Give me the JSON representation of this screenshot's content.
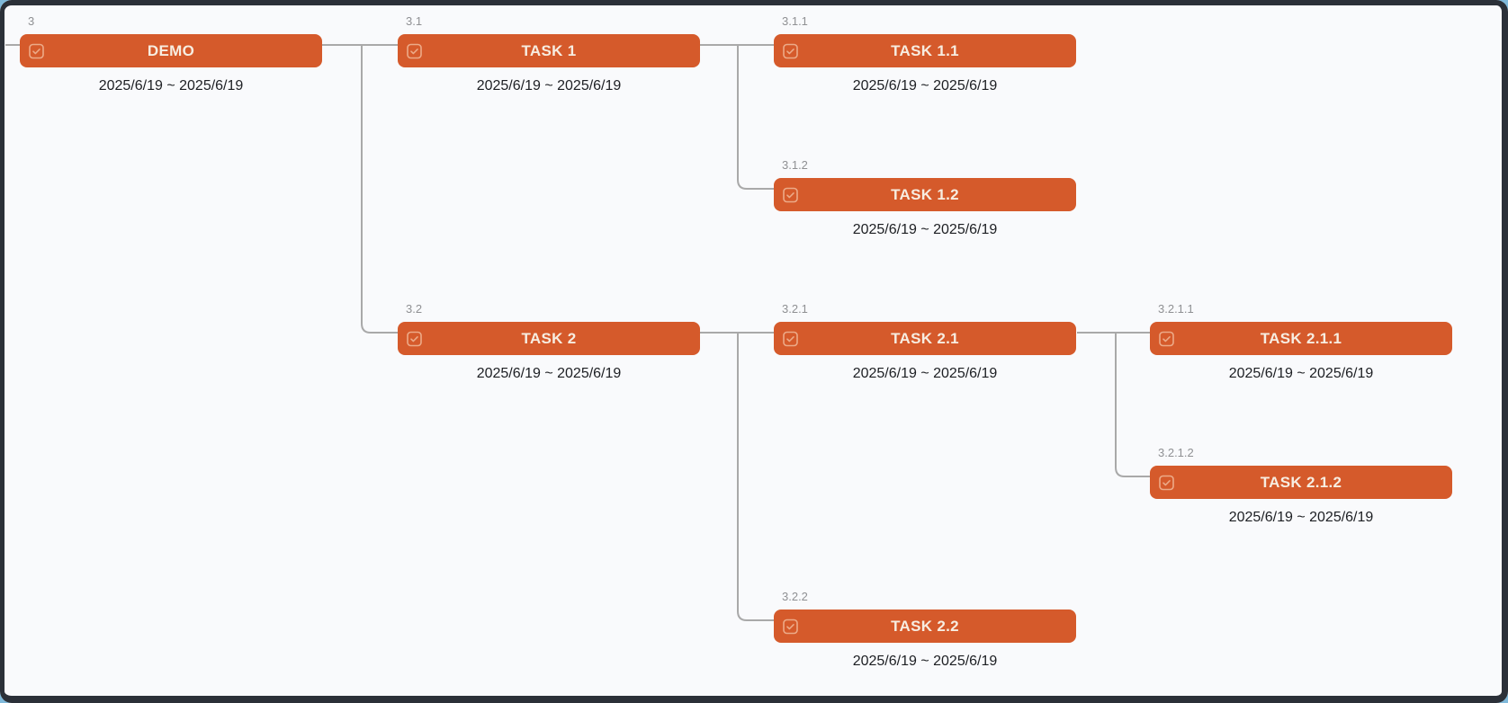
{
  "colors": {
    "outer_background": "#7FB9DA",
    "frame": "#2B3038",
    "canvas_background": "#F9FAFC",
    "node_fill": "#D55A2B",
    "node_text": "#F7EDE1",
    "connector": "#A9A9A9",
    "number_text": "#8F9093",
    "date_text": "#1D1F23",
    "icon_stroke": "rgba(255,236,214,0.55)"
  },
  "icon_name": "check-square-icon",
  "nodes": [
    {
      "number": "3",
      "title": "DEMO",
      "date_range": "2025/6/19 ~ 2025/6/19"
    },
    {
      "number": "3.1",
      "title": "TASK 1",
      "date_range": "2025/6/19 ~ 2025/6/19"
    },
    {
      "number": "3.1.1",
      "title": "TASK 1.1",
      "date_range": "2025/6/19 ~ 2025/6/19"
    },
    {
      "number": "3.1.2",
      "title": "TASK 1.2",
      "date_range": "2025/6/19 ~ 2025/6/19"
    },
    {
      "number": "3.2",
      "title": "TASK 2",
      "date_range": "2025/6/19 ~ 2025/6/19"
    },
    {
      "number": "3.2.1",
      "title": "TASK 2.1",
      "date_range": "2025/6/19 ~ 2025/6/19"
    },
    {
      "number": "3.2.1.1",
      "title": "TASK 2.1.1",
      "date_range": "2025/6/19 ~ 2025/6/19"
    },
    {
      "number": "3.2.1.2",
      "title": "TASK 2.1.2",
      "date_range": "2025/6/19 ~ 2025/6/19"
    },
    {
      "number": "3.2.2",
      "title": "TASK 2.2",
      "date_range": "2025/6/19 ~ 2025/6/19"
    }
  ]
}
